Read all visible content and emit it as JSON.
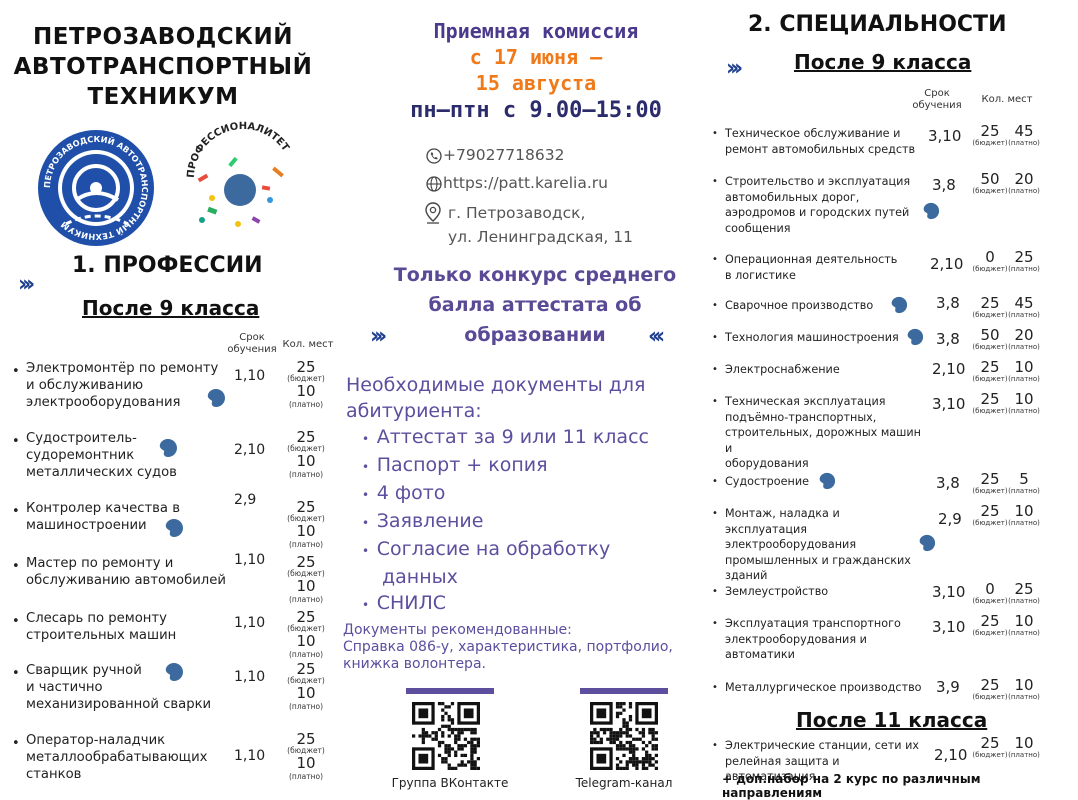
{
  "header": {
    "title_lines": [
      "ПЕТРОЗАВОДСКИЙ",
      "АВТОТРАНСПОРТНЫЙ",
      "ТЕХНИКУМ"
    ],
    "logo1_ring_text": "ПЕТРОЗАВОДСКИЙ АВТОТРАНСПОРТНЫЙ ТЕХНИКУМ",
    "logo2_text": "ПРОФЕССИОНАЛИТЕТ"
  },
  "admission": {
    "line1": "Приемная комиссия",
    "line2": "с 17 июня –",
    "line3": "15 августа",
    "line4": "пн–птн с 9.00–15:00"
  },
  "contacts": {
    "phone": "+79027718632",
    "site": "https://patt.karelia.ru",
    "address_line1": "г. Петрозаводск,",
    "address_line2": "ул. Ленинградская, 11"
  },
  "contest": {
    "line1": "Только конкурс среднего",
    "line2": "балла аттестата об",
    "line3": "образовании"
  },
  "documents": {
    "heading_line1": "Необходимые документы для",
    "heading_line2": "абитуриента:",
    "items": [
      {
        "text": "Аттестат за 9 или 11 класс"
      },
      {
        "text": "Паспорт + копия"
      },
      {
        "text": "4 фото"
      },
      {
        "text": "Заявление"
      },
      {
        "text": "Согласие на обработку"
      },
      {
        "text": "данных"
      },
      {
        "text": "СНИЛС"
      }
    ],
    "recommended_line1": "Документы рекомендованные:",
    "recommended_line2": "Справка 086-у, характеристика, портфолио,",
    "recommended_line3": "книжка волонтера."
  },
  "qr": {
    "vk_caption": "Группа ВКонтакте",
    "tg_caption": "Telegram-канал"
  },
  "professions": {
    "heading": "1. ПРОФЕССИИ",
    "subheading": "После 9 класса",
    "term_header_1": "Срок",
    "term_header_2": "обучения",
    "seats_header": "Кол. мест",
    "budget_label": "(бюджет)",
    "paid_label": "(платно)",
    "rows": [
      {
        "lines": [
          "Электромонтёр по ремонту",
          "и обслуживанию",
          "электрооборудования"
        ],
        "term": "1,10",
        "budget": "25",
        "paid": "10"
      },
      {
        "lines": [
          "Судостроитель-",
          "судоремонтник",
          "металлических судов"
        ],
        "term": "2,10",
        "budget": "25",
        "paid": "10"
      },
      {
        "lines": [
          "Контролер качества в",
          "машиностроении"
        ],
        "term": "2,9",
        "budget": "25",
        "paid": "10"
      },
      {
        "lines": [
          "Мастер по ремонту и",
          "обслуживанию автомобилей"
        ],
        "term": "1,10",
        "budget": "25",
        "paid": "10"
      },
      {
        "lines": [
          "Слесарь по ремонту",
          "строительных машин"
        ],
        "term": "1,10",
        "budget": "25",
        "paid": "10"
      },
      {
        "lines": [
          "Сварщик ручной",
          "и частично",
          "механизированной сварки"
        ],
        "term": "1,10",
        "budget": "25",
        "paid": "10"
      },
      {
        "lines": [
          "Оператор-наладчик",
          "металлообрабатывающих",
          "станков"
        ],
        "term": "1,10",
        "budget": "25",
        "paid": "10"
      }
    ]
  },
  "specialties": {
    "heading": "2. СПЕЦИАЛЬНОСТИ",
    "subheading": "После 9 класса",
    "subheading_11": "После 11 класса",
    "term_header_1": "Срок",
    "term_header_2": "обучения",
    "seats_header": "Кол. мест",
    "budget_label": "(бюджет)",
    "paid_label": "(платно)",
    "rows": [
      {
        "lines": [
          "Техническое обслуживание и",
          "ремонт автомобильных средств"
        ],
        "term": "3,10",
        "budget": "25",
        "paid": "45"
      },
      {
        "lines": [
          "Строительство и эксплуатация",
          "автомобильных дорог,",
          "аэродромов и городских путей",
          "сообщения"
        ],
        "term": "3,8",
        "budget": "50",
        "paid": "20"
      },
      {
        "lines": [
          "Операционная деятельность",
          "в логистике"
        ],
        "term": "2,10",
        "budget": "0",
        "paid": "25"
      },
      {
        "lines": [
          "Сварочное производство"
        ],
        "term": "3,8",
        "budget": "25",
        "paid": "45"
      },
      {
        "lines": [
          "Технология машиностроения"
        ],
        "term": "3,8",
        "budget": "50",
        "paid": "20"
      },
      {
        "lines": [
          "Электроснабжение"
        ],
        "term": "2,10",
        "budget": "25",
        "paid": "10"
      },
      {
        "lines": [
          "Техническая эксплуатация",
          "подъёмно-транспортных,",
          "строительных, дорожных машин и",
          "оборудования"
        ],
        "term": "3,10",
        "budget": "25",
        "paid": "10"
      },
      {
        "lines": [
          "Судостроение"
        ],
        "term": "3,8",
        "budget": "25",
        "paid": "5"
      },
      {
        "lines": [
          "Монтаж, наладка и эксплуатация",
          "электрооборудования",
          "промышленных и гражданских",
          "зданий"
        ],
        "term": "2,9",
        "budget": "25",
        "paid": "10"
      },
      {
        "lines": [
          "Землеустройство"
        ],
        "term": "3,10",
        "budget": "0",
        "paid": "25"
      },
      {
        "lines": [
          "Эксплуатация транспортного",
          "электрооборудования и",
          "автоматики"
        ],
        "term": "3,10",
        "budget": "25",
        "paid": "10"
      },
      {
        "lines": [
          "Металлургическое производство"
        ],
        "term": "3,9",
        "budget": "25",
        "paid": "10"
      }
    ],
    "rows_11": [
      {
        "lines": [
          "Электрические станции, сети их",
          "релейная защита и автоматизация"
        ],
        "term": "2,10",
        "budget": "25",
        "paid": "10"
      }
    ],
    "extra_note": "+ доп.набор на 2 курс по различным направлениям"
  },
  "colors": {
    "navy": "#1f3f8f",
    "purple": "#5d4e9e",
    "orange": "#f07a1a",
    "blob": "#3d6a9e"
  }
}
